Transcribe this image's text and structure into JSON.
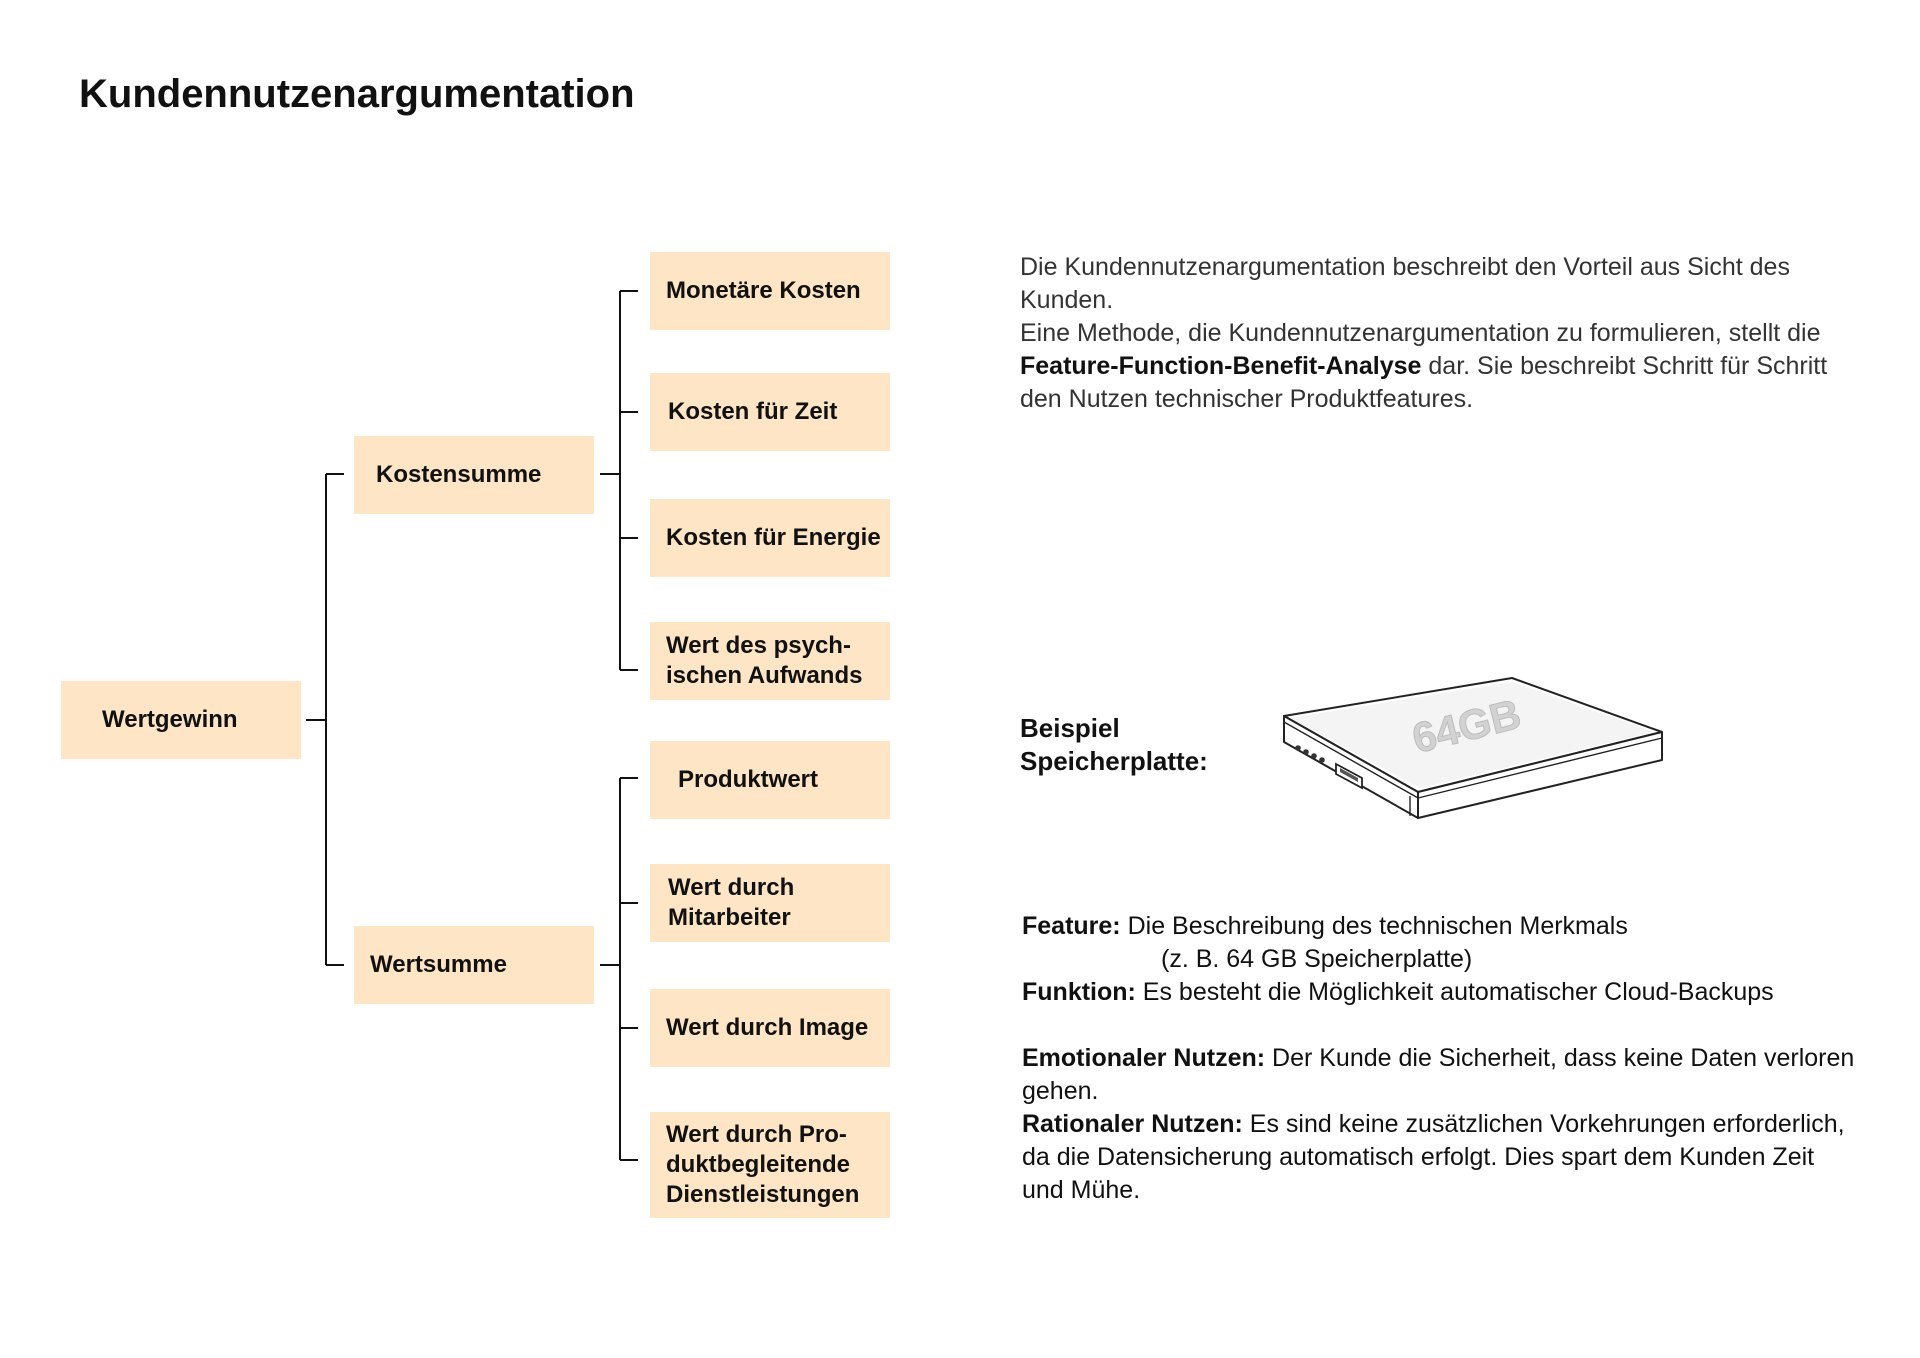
{
  "page": {
    "title": "Kundennutzenargumentation"
  },
  "tree": {
    "root": "Wertgewinn",
    "groups": [
      {
        "label": "Kostensumme",
        "children": [
          "Monetäre Kosten",
          "Kosten für Zeit",
          "Kosten für Energie",
          "Wert des psych-\nischen Aufwands"
        ]
      },
      {
        "label": "Wertsumme",
        "children": [
          "Produktwert",
          "Wert durch\nMitarbeiter",
          "Wert durch Image",
          "Wert durch Pro-\nduktbegleitende\nDienstleistungen"
        ]
      }
    ]
  },
  "intro": {
    "part1": "Die Kundennutzenargumentation beschreibt den Vorteil aus Sicht des Kunden.",
    "part2": "Eine Methode, die Kundennutzenargumentation zu formulieren, stellt die ",
    "bold": "Feature-Function-Benefit-Analyse",
    "part3": " dar. Sie beschreibt Schritt für Schritt den Nutzen technischer Produktfeatures."
  },
  "example": {
    "label": "Beispiel\nSpeicherplatte:",
    "disk_text": "64GB",
    "disk_icon": "hard-drive-icon"
  },
  "details": {
    "feature_label": "Feature:",
    "feature_text": " Die Beschreibung des technischen Merkmals",
    "feature_example": "(z. B. 64 GB Speicherplatte)",
    "function_label": "Funktion:",
    "function_text": " Es besteht die Möglichkeit automatischer Cloud-Backups",
    "emotional_label": "Emotionaler Nutzen:",
    "emotional_text": " Der Kunde die Sicherheit, dass keine Daten verloren gehen.",
    "rational_label": "Rationaler Nutzen:",
    "rational_text": " Es sind keine zusätzlichen Vorkehrungen erforderlich, da die Datensicherung automatisch erfolgt. Dies spart dem Kunden Zeit und Mühe."
  }
}
